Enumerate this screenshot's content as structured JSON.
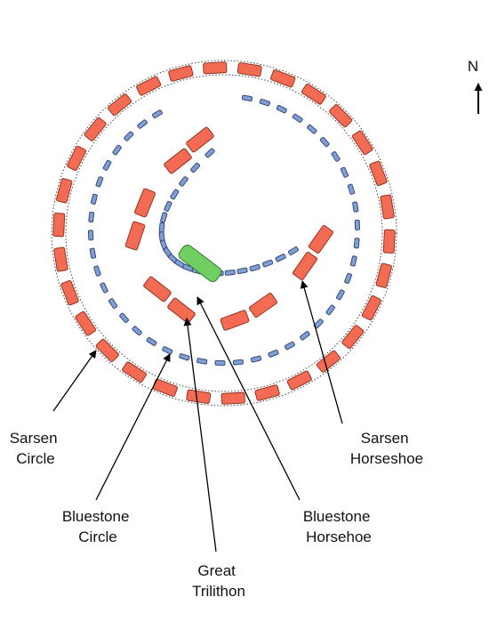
{
  "north_label": "N",
  "labels": {
    "sarsen_circle": [
      "Sarsen",
      "Circle"
    ],
    "bluestone_circle": [
      "Bluestone",
      "Circle"
    ],
    "great_trilithon": [
      "Great",
      "Trilithon"
    ],
    "bluestone_horseshoe": [
      "Bluestone",
      "Horsehoe"
    ],
    "sarsen_horseshoe": [
      "Sarsen",
      "Horseshoe"
    ]
  },
  "colors": {
    "sarsen_fill": "#f26b52",
    "sarsen_stroke": "#8a2a1a",
    "bluestone_fill": "#7f9ed6",
    "bluestone_stroke": "#2c3f70",
    "trilithon_fill": "#6fcf63",
    "trilithon_stroke": "#2f7a2a",
    "line": "#000000"
  }
}
